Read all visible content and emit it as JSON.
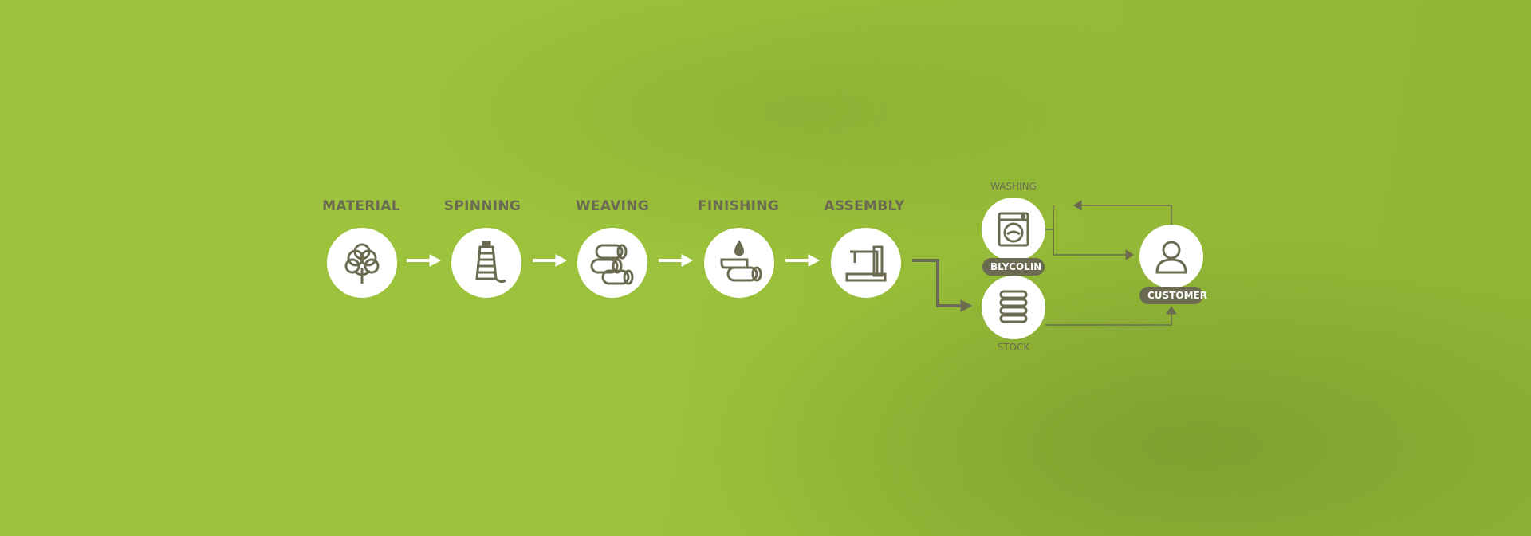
{
  "steps": [
    {
      "label": "MATERIAL",
      "icon": "cotton-icon"
    },
    {
      "label": "SPINNING",
      "icon": "spool-icon"
    },
    {
      "label": "WEAVING",
      "icon": "fabric-rolls-icon"
    },
    {
      "label": "FINISHING",
      "icon": "dyeing-roll-icon"
    },
    {
      "label": "ASSEMBLY",
      "icon": "sewing-machine-icon"
    }
  ],
  "branch": {
    "washing_label": "WASHING",
    "blycolin_label": "BLYCOLIN",
    "stock_label": "STOCK",
    "customer_label": "CUSTOMER"
  },
  "colors": {
    "background": "#9bc23a",
    "ink": "#6b6b52",
    "circle": "#ffffff"
  }
}
